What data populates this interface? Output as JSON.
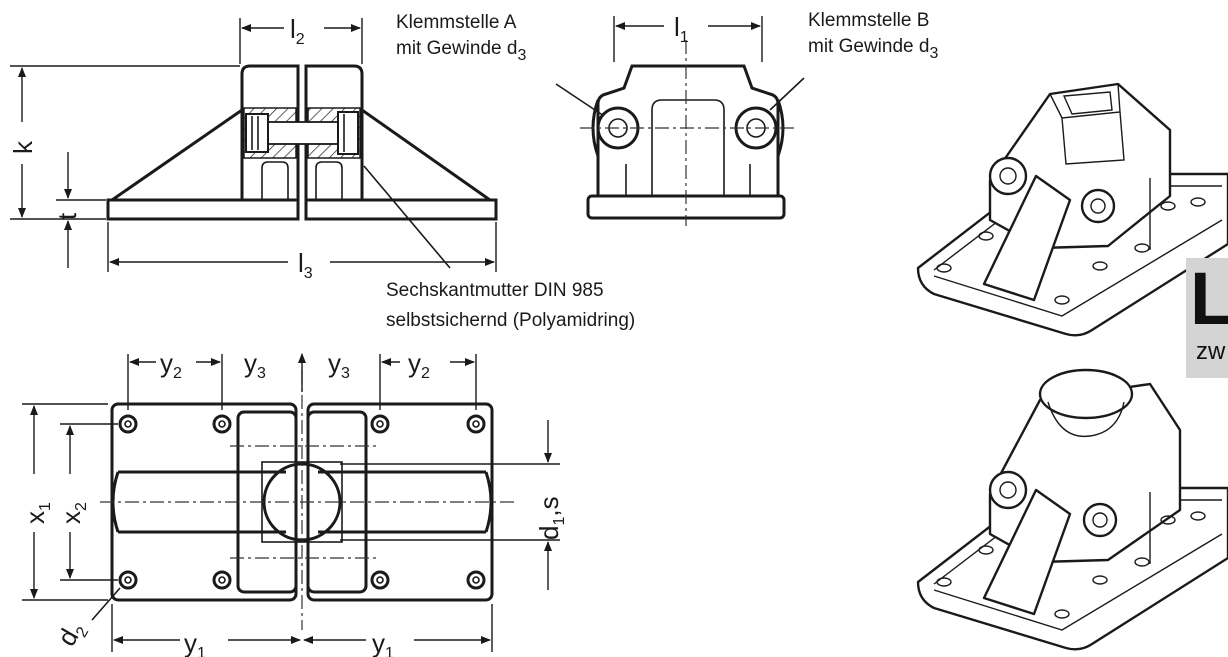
{
  "labels": {
    "l1": "l",
    "l1_sub": "1",
    "l2": "l",
    "l2_sub": "2",
    "l3": "l",
    "l3_sub": "3",
    "k": "k",
    "t": "t",
    "clamp_a_line1": "Klemmstelle A",
    "clamp_a_line2": "mit Gewinde d",
    "clamp_a_sub": "3",
    "clamp_b_line1": "Klemmstelle B",
    "clamp_b_line2": "mit Gewinde d",
    "clamp_b_sub": "3",
    "nut_line1": "Sechskantmutter  DIN 985",
    "nut_line2": "selbstsichernd (Polyamidring)",
    "y": "y",
    "y1_sub": "1",
    "y2_sub": "2",
    "y3_sub": "3",
    "x1": "x",
    "x1_sub": "1",
    "x2": "x",
    "x2_sub": "2",
    "d2": "d",
    "d2_sub": "2",
    "d1s": "d",
    "d1s_sub": "1",
    "d1s_suffix": ",s"
  },
  "tag": {
    "big": "L",
    "small": "zw"
  },
  "colors": {
    "line": "#1a1a1a",
    "tag_bg": "#d4d4d4"
  }
}
